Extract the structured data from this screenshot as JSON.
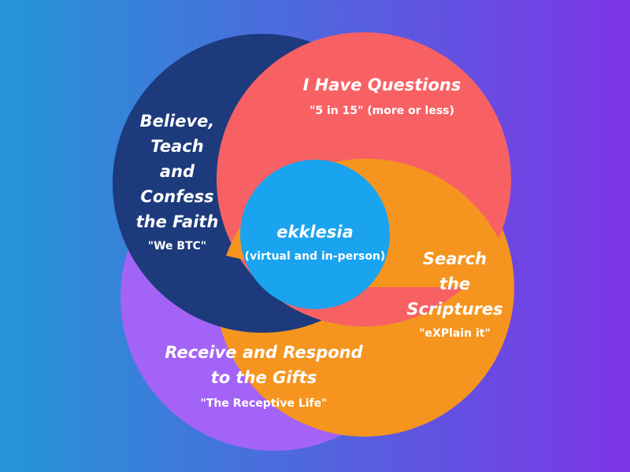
{
  "colors": {
    "background_left": "#2496d6",
    "background_right": "#7d35e6",
    "navy": "#1c3a7c",
    "coral": "#f76164",
    "orange": "#f5951f",
    "purple": "#a463f7",
    "center_blue": "#1aa3ee",
    "text": "#ffffff"
  },
  "circles": {
    "believe": {
      "title": "Believe,\nTeach\nand\nConfess\nthe Faith",
      "subtitle": "\"We BTC\""
    },
    "questions": {
      "title": "I Have Questions",
      "subtitle": "\"5 in 15\" (more or less)"
    },
    "scriptures": {
      "title": "Search\nthe\nScriptures",
      "subtitle": "\"eXPlain it\""
    },
    "receive": {
      "title": "Receive and Respond\nto the Gifts",
      "subtitle": "\"The Receptive Life\""
    },
    "center": {
      "title": "ekklesia",
      "subtitle": "(virtual and in-person)"
    }
  }
}
